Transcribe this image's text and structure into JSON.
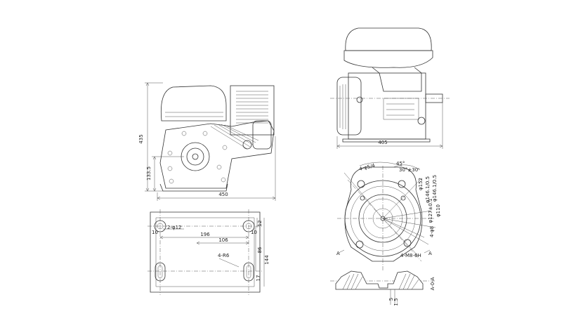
{
  "front_view": {
    "height_total": "435",
    "shaft_height": "133.5",
    "width_total": "450"
  },
  "side_view": {
    "width_total": "405"
  },
  "flange_view": {
    "angle_45": "45°",
    "angle_30": "30°±30'",
    "note_top_left": "4-φ5/4",
    "dia_1": "φ152",
    "dia_2": "φ146.1/0.5",
    "dia_3": "φ146.1/0.5",
    "dia_4": "φ127±0.1",
    "dia_5": "φ110",
    "holes": "4-φ8",
    "thread": "4-M8-6H"
  },
  "base_view": {
    "holes": "2-φ12",
    "dim_196": "196",
    "dim_106": "106",
    "dim_12_top": "12",
    "dim_10_left": "10",
    "dim_10_right": "10",
    "dim_86": "86",
    "dim_144": "144",
    "dim_17": "17",
    "slots": "4-R6"
  },
  "section_view": {
    "label": "A-0-A",
    "dim_5": "5",
    "dim_15": "1.5"
  }
}
